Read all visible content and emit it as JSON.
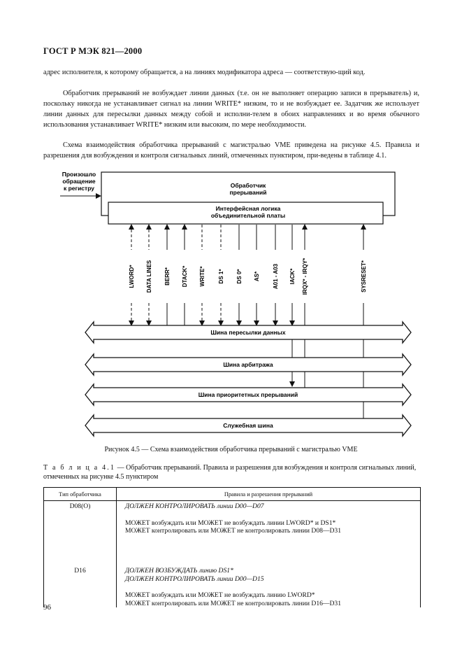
{
  "header": {
    "doc_code": "ГОСТ Р МЭК 821—2000"
  },
  "body": {
    "p1": "адрес исполнителя, к которому обращается, а на линиях модификатора адреса — соответствую-щий код.",
    "p2": "Обработчик прерываний не возбуждает линии данных (т.е. он не выполняет операцию записи в прерыватель) и, поскольку никогда не устанавливает сигнал на линии WRITE* низким, то и не возбуждает ее. Задатчик же использует линии данных для пересылки данных между собой и исполни-телем в обоих направлениях и во время обычного использования устанавливает WRITE* низким или высоким, по мере необходимости.",
    "p3": "Схема взаимодействия обработчика прерываний с магистралью VME приведена на рисунке 4.5. Правила и разрешения для возбуждения и контроля сигнальных линий, отмеченных пунктиром, при-ведены в таблице 4.1."
  },
  "figure": {
    "trigger_label": [
      "Произошло",
      "обращение",
      "к регистру"
    ],
    "handler_box": [
      "Обработчик",
      "прерываний"
    ],
    "logic_box": [
      "Интерфейсная логика",
      "объединительной платы"
    ],
    "signals": [
      "LWORD*",
      "DATA LINES",
      "BERR*",
      "DTACK*",
      "WRITE*",
      "DS 1*",
      "DS 0*",
      "AS*",
      "A01 - A03",
      "IACK*",
      "IRQX* - IRQY*",
      "SYSRESET*"
    ],
    "buses": [
      "Шина пересылки данных",
      "Шина арбитража",
      "Шина приоритетных прерываний",
      "Служебная шина"
    ],
    "caption": "Рисунок 4.5 — Схема взаимодействия обработчика прерываний с магистралью VME"
  },
  "table": {
    "title_prefix": "Т а б л и ц а  4.1",
    "title_text": " — Обработчик прерываний. Правила и разрешения для возбуждения и контроля сигнальных линий, отмеченных на рисунке 4.5 пунктиром",
    "col_type": "Тип обработчика",
    "col_rules": "Правила и разрешения прерываний",
    "rows": [
      {
        "type": "D08(O)",
        "rule_italic": [
          "ДОЛЖЕН КОНТРОЛИРОВАТЬ линии D00—D07"
        ],
        "rule_normal": [
          "МОЖЕТ возбуждать или МОЖЕТ не  возбуждать линии LWORD* и DS1*",
          "МОЖЕТ контролировать или МОЖЕТ не контролировать линии D08—D31"
        ]
      },
      {
        "type": "D16",
        "rule_italic": [
          "ДОЛЖЕН ВОЗБУЖДАТЬ линию DS1*",
          "ДОЛЖЕН КОНТРОЛИРОВАТЬ линии D00—D15"
        ],
        "rule_normal": [
          "МОЖЕТ возбуждать или МОЖЕТ не возбуждать линию LWORD*",
          "МОЖЕТ контролировать или МОЖЕТ не контролировать линии D16—D31"
        ]
      }
    ]
  },
  "page_number": "96"
}
